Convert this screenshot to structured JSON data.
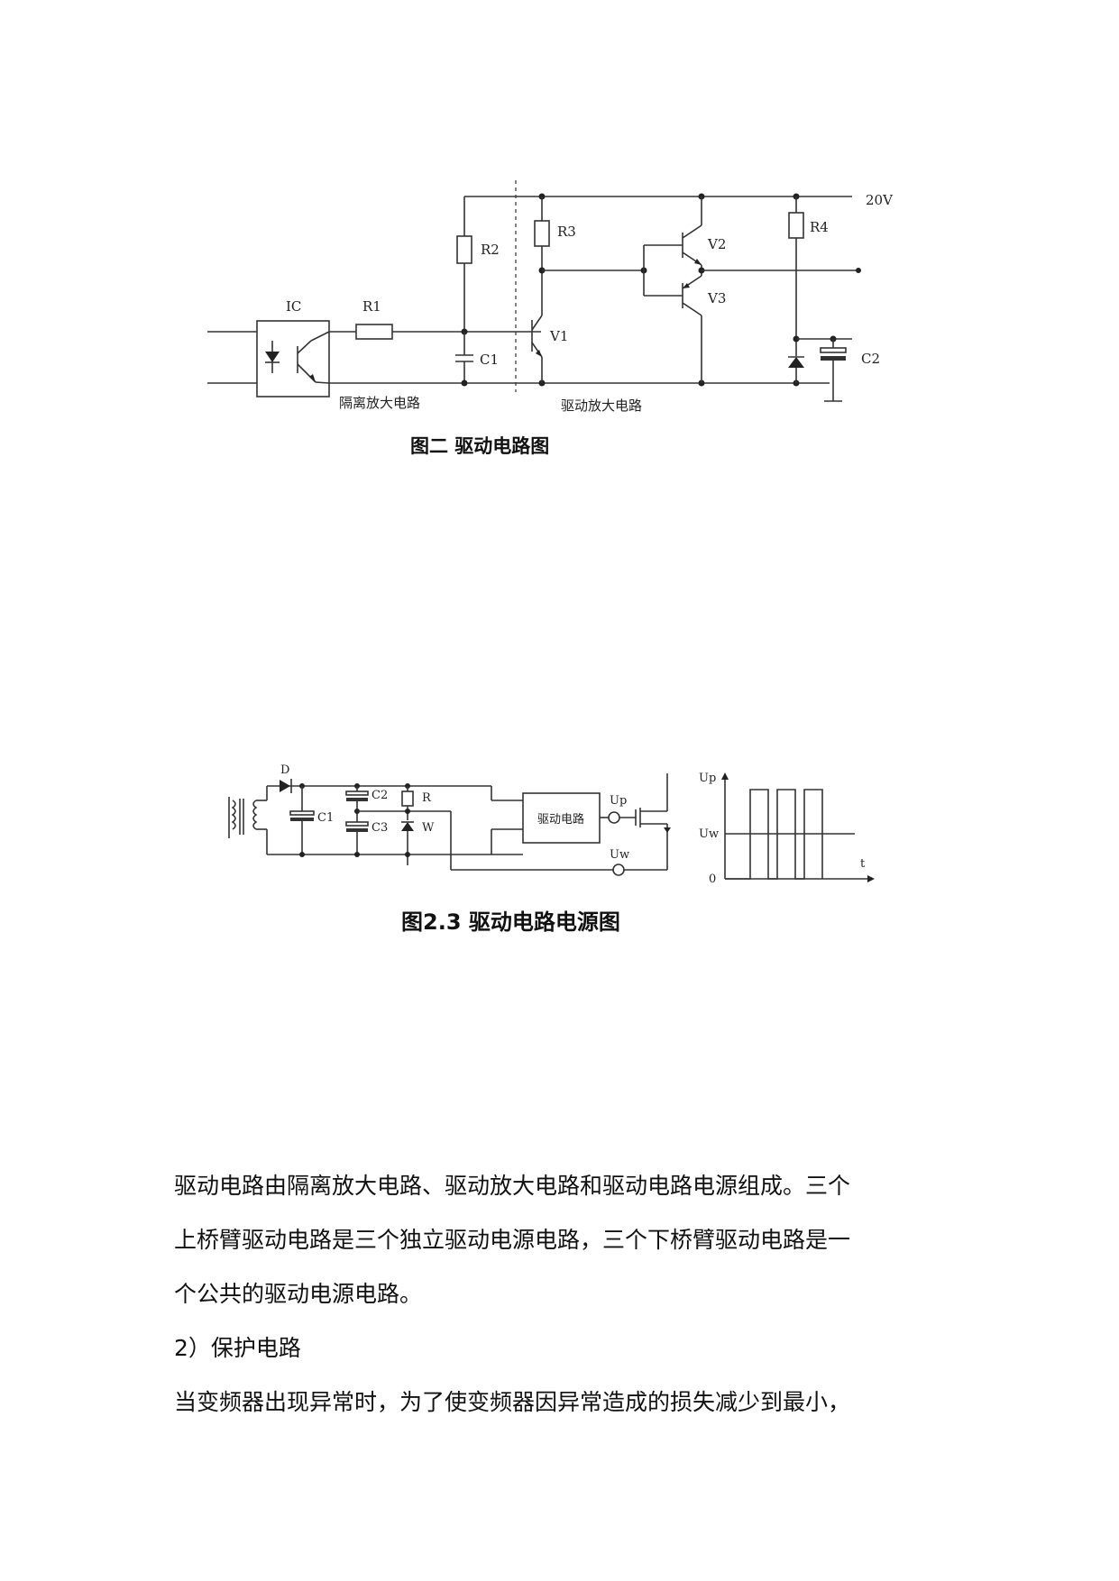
{
  "figure1": {
    "caption": "图二  驱动电路图",
    "labels": {
      "v20": "20V",
      "ic": "IC",
      "r1": "R1",
      "r2": "R2",
      "r3": "R3",
      "r4": "R4",
      "c1": "C1",
      "c2": "C2",
      "v1": "V1",
      "v2": "V2",
      "v3": "V3",
      "isolation": "隔离放大电路",
      "driveamp": "驱动放大电路"
    }
  },
  "figure2": {
    "caption": "图2.3 驱动电路电源图",
    "labels": {
      "d": "D",
      "c1": "C1",
      "c2": "C2",
      "c3": "C3",
      "r": "R",
      "w": "W",
      "block": "驱动电路",
      "up": "Up",
      "uw": "Uw",
      "axis_up": "Up",
      "axis_uw": "Uw",
      "axis_zero": "0",
      "axis_t": "t"
    }
  },
  "body": {
    "paragraph1_line1": "驱动电路由隔离放大电路、驱动放大电路和驱动电路电源组成。三个",
    "paragraph1_line2": "上桥臂驱动电路是三个独立驱动电源电路，三个下桥臂驱动电路是一",
    "paragraph1_line3": "个公共的驱动电源电路。",
    "heading": "2）保护电路",
    "paragraph2_line1": "当变频器出现异常时，为了使变频器因异常造成的损失减少到最小，"
  }
}
